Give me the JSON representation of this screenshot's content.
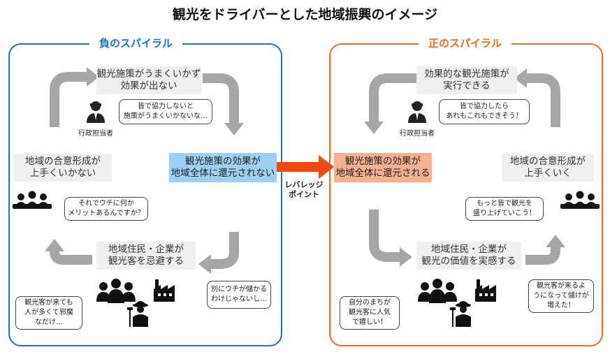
{
  "title": "観光をドライバーとした地域振興のイメージ",
  "negative": {
    "label": "負のスパイラル",
    "top_box": "観光施策がうまくいかず\n効果が出ない",
    "top_bubble": "皆で協力しないと\n施策がうまくいかないな…",
    "official_label": "行政担当者",
    "left_box": "地域の合意形成が\n上手くいかない",
    "left_bubble": "それでウチに何か\nメリットあるんですか？",
    "center_box": "観光施策の効果が\n地域全体に還元されない",
    "bottom_box": "地域住民・企業が\n観光客を忌避する",
    "bottom_left_bubble": "観光客が来ても\n人が多くて邪魔\nなだけ…",
    "bottom_right_bubble": "別にウチが儲かる\nわけじゃないし…"
  },
  "lever": "レバレッジ\nポイント",
  "positive": {
    "label": "正のスパイラル",
    "top_box": "効果的な観光施策が\n実行できる",
    "top_bubble": "皆で協力したら\nあれもこれもできそう！",
    "official_label": "行政担当者",
    "center_box": "観光施策の効果が\n地域全体に還元される",
    "right_box": "地域の合意形成が\n上手くいく",
    "right_bubble": "もっと皆で観光を\n盛り上げていこう！",
    "bottom_box": "地域住民・企業が\n観光の価値を実感する",
    "bottom_left_bubble": "自分のまちが\n観光客に人気\nで嬉しい！",
    "bottom_right_bubble": "観光客が来るよ\nうになって儲けが\n増えた！"
  },
  "colors": {
    "negative": "#1f6fc4",
    "positive": "#f06a25",
    "arrow_grey": "#a6a6a6"
  }
}
